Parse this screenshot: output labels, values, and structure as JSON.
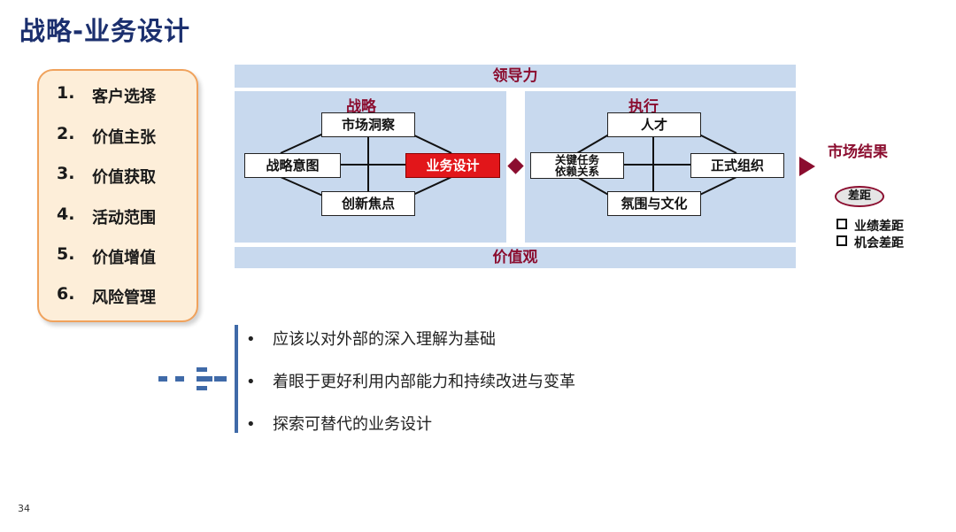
{
  "title": "战略-业务设计",
  "steps": [
    {
      "num": "1.",
      "label": "客户选择"
    },
    {
      "num": "2.",
      "label": "价值主张"
    },
    {
      "num": "3.",
      "label": "价值获取"
    },
    {
      "num": "4.",
      "label": "活动范围"
    },
    {
      "num": "5.",
      "label": "价值增值"
    },
    {
      "num": "6.",
      "label": "风险管理"
    }
  ],
  "diagram": {
    "top_band": "领导力",
    "bottom_band": "价值观",
    "strategy": {
      "title": "战略",
      "top": "市场洞察",
      "left": "战略意图",
      "right": "业务设计",
      "bottom": "创新焦点"
    },
    "execution": {
      "title": "执行",
      "top": "人才",
      "left_line1": "关键任务",
      "left_line2": "依赖关系",
      "right": "正式组织",
      "bottom": "氛围与文化"
    },
    "result": "市场结果",
    "gap": "差距",
    "gap_items": [
      "业绩差距",
      "机会差距"
    ]
  },
  "bullets": [
    "应该以对外部的深入理解为基础",
    "着眼于更好利用内部能力和持续改进与变革",
    "探索可替代的业务设计"
  ],
  "page_number": "34",
  "colors": {
    "title": "#1b2f6e",
    "accent": "#8b0d2f",
    "panel": "#c8d9ee",
    "highlight": "#e2161a",
    "box_border": "#f0a25c"
  }
}
